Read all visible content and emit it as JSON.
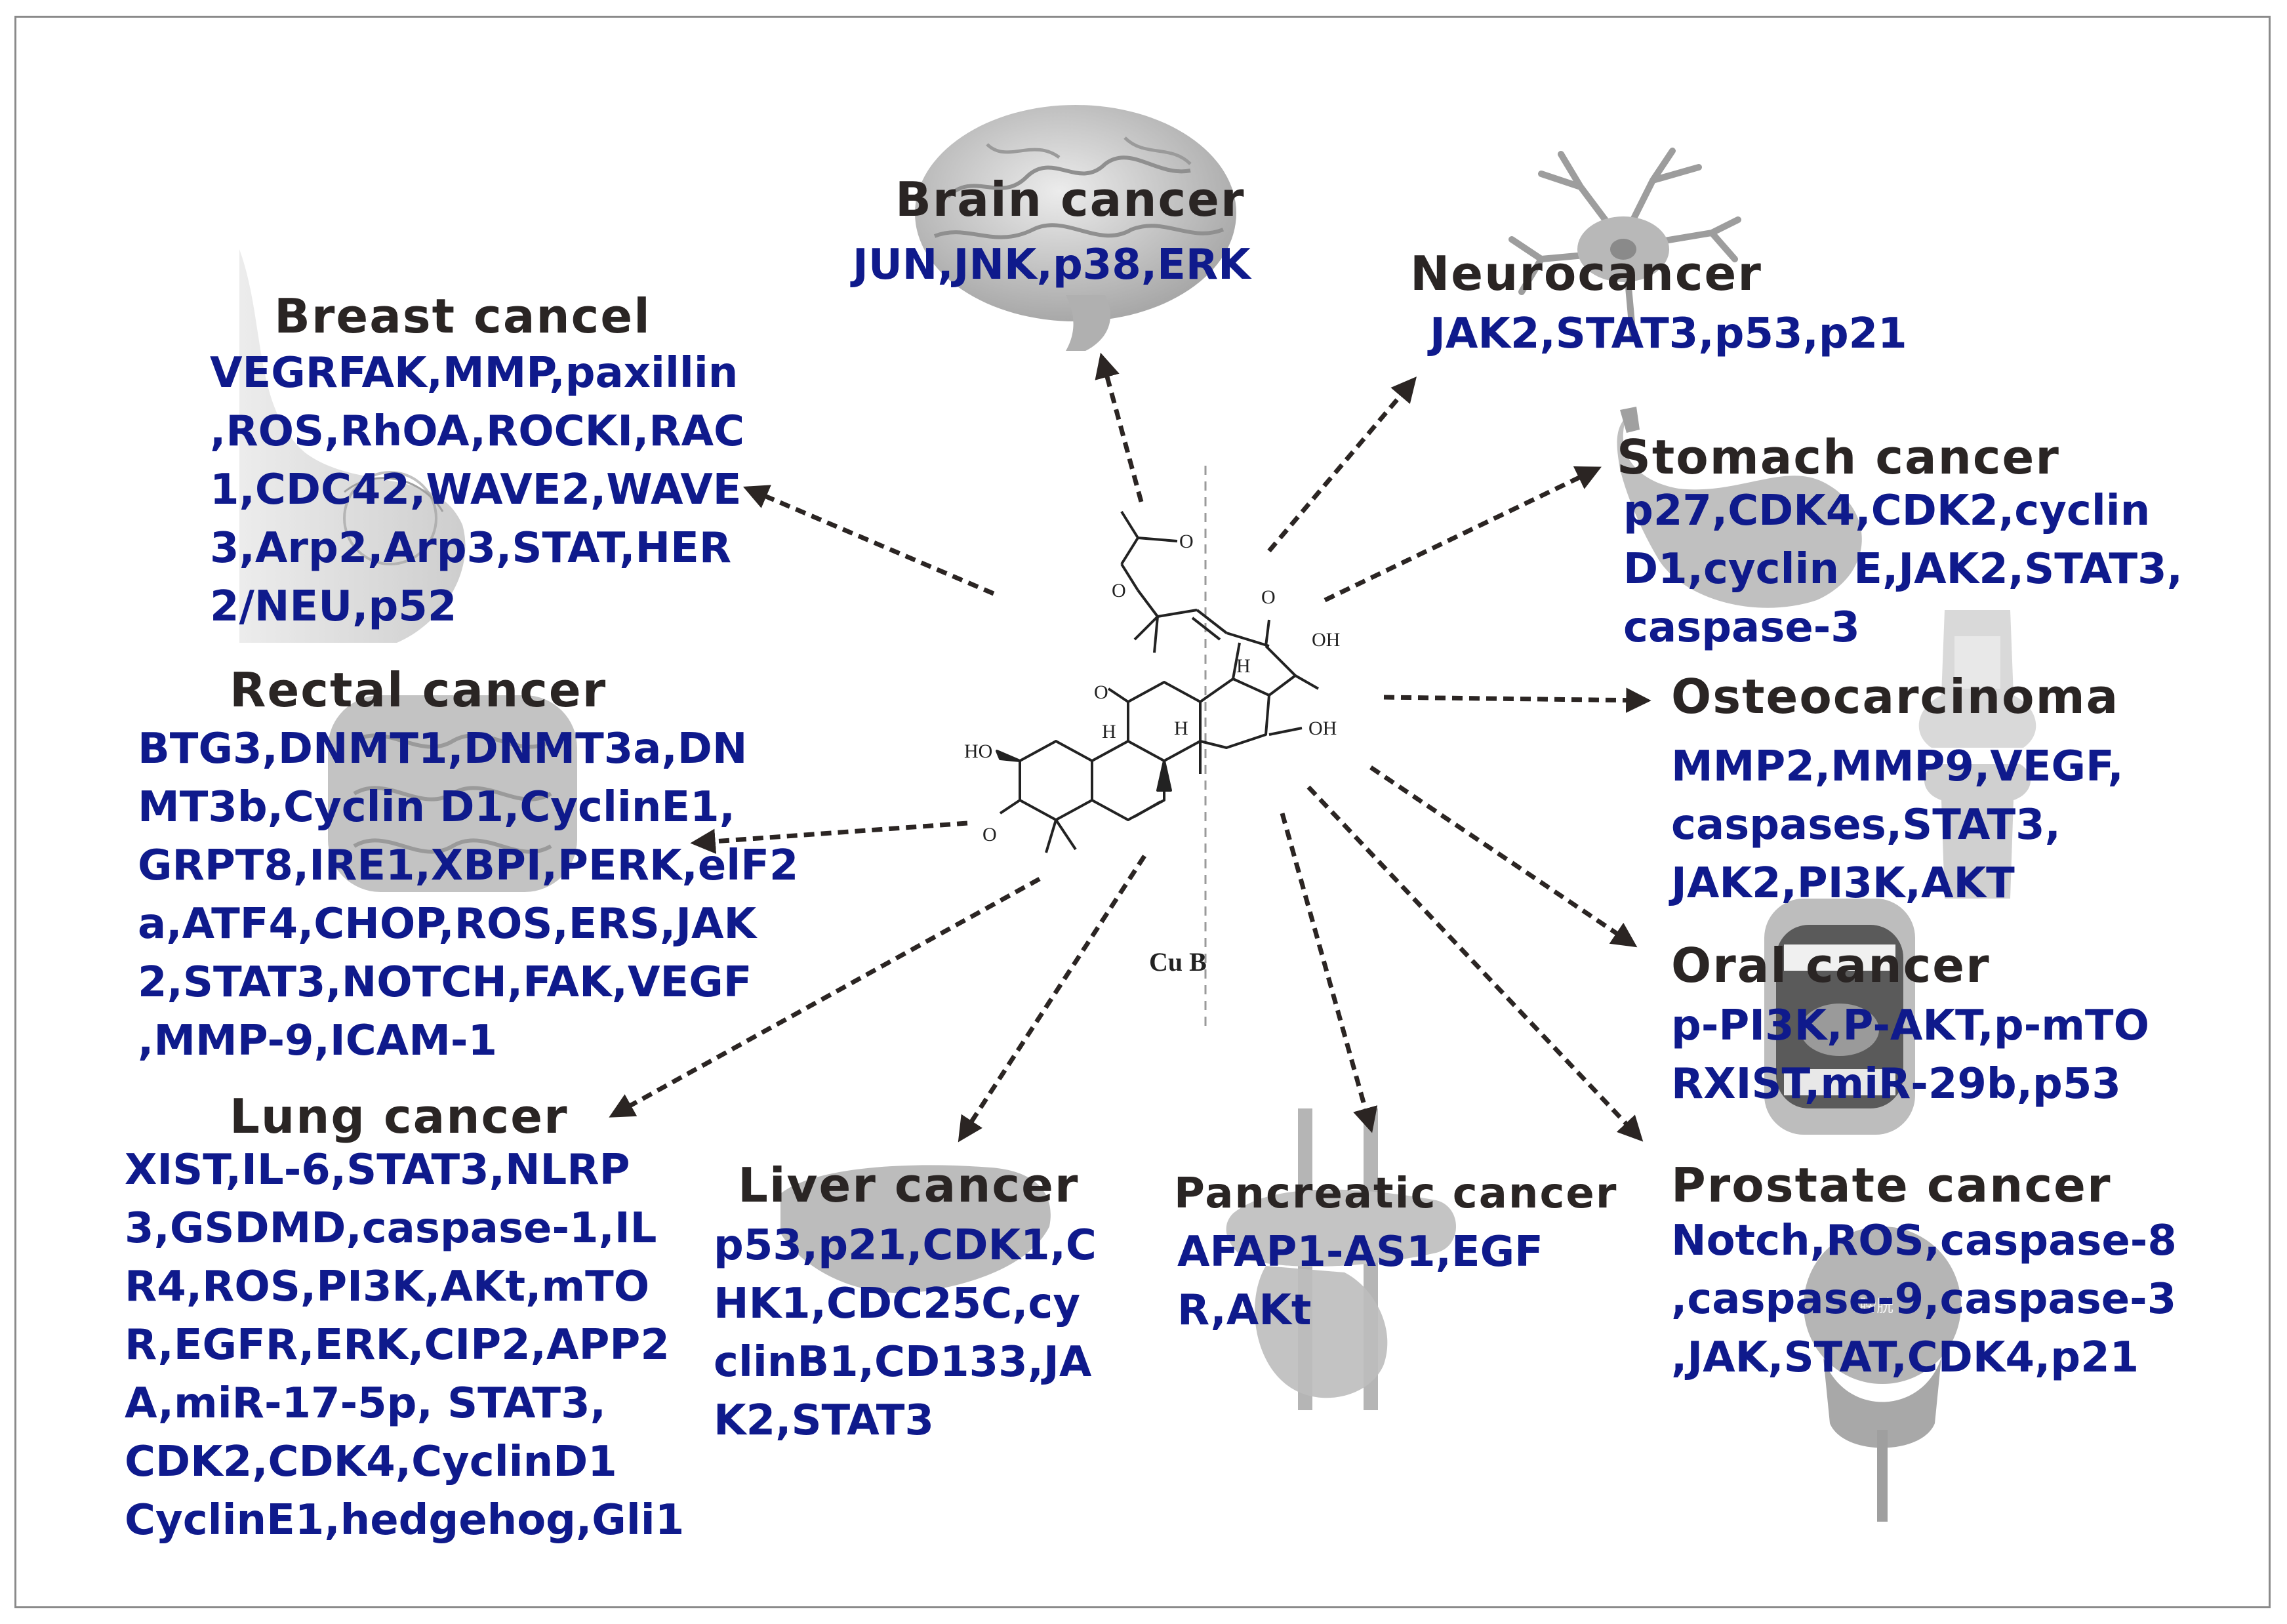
{
  "compound_label": "Cu B",
  "molecule_labels": {
    "ho": "HO",
    "oh_top": "OH",
    "oh_ring": "OH",
    "o_ketone_chain": "O",
    "o_ketone_ring": "O",
    "o_enone": "O",
    "o_acetate_top": "O",
    "o_acetate": "O",
    "h1": "H",
    "h2": "H",
    "h3": "H"
  },
  "cancers": [
    {
      "key": "brain",
      "title": "Brain cancer",
      "lines": [
        "JUN,JNK,p38,ERK"
      ],
      "icon": "brain-icon"
    },
    {
      "key": "neuro",
      "title": "Neurocancer",
      "lines": [
        "JAK2,STAT3,p53,p21"
      ],
      "icon": "neuron-icon"
    },
    {
      "key": "breast",
      "title": "Breast cancel",
      "lines": [
        "VEGRFAK,MMP,paxillin",
        ",ROS,RhOA,ROCKI,RAC",
        "1,CDC42,WAVE2,WAVE",
        "3,Arp2,Arp3,STAT,HER",
        "2/NEU,p52"
      ],
      "icon": "breast-icon"
    },
    {
      "key": "stomach",
      "title": "Stomach cancer",
      "lines": [
        "p27,CDK4,CDK2,cyclin",
        "D1,cyclin E,JAK2,STAT3,",
        "caspase-3"
      ],
      "icon": "stomach-icon"
    },
    {
      "key": "rectal",
      "title": "Rectal cancer",
      "lines": [
        "BTG3,DNMT1,DNMT3a,DN",
        "MT3b,Cyclin D1,CyclinE1,",
        "GRPT8,IRE1,XBPI,PERK,elF2",
        "a,ATF4,CHOP,ROS,ERS,JAK",
        "2,STAT3,NOTCH,FAK,VEGF",
        ",MMP-9,ICAM-1"
      ],
      "icon": "intestine-icon"
    },
    {
      "key": "osteo",
      "title": "Osteocarcinoma",
      "lines": [
        "MMP2,MMP9,VEGF,",
        "caspases,STAT3,",
        "JAK2,PI3K,AKT"
      ],
      "icon": "knee-bone-icon"
    },
    {
      "key": "oral",
      "title": "Oral cancer",
      "lines": [
        "p-PI3K,P-AKT,p-mTO",
        "RXIST,miR-29b,p53"
      ],
      "icon": "mouth-icon"
    },
    {
      "key": "lung",
      "title": "Lung cancer",
      "lines": [
        "XIST,IL-6,STAT3,NLRP",
        "3,GSDMD,caspase-1,IL",
        "R4,ROS,PI3K,AKt,mTO",
        "R,EGFR,ERK,CIP2,APP2",
        "A,miR-17-5p,  STAT3,",
        "CDK2,CDK4,CyclinD1",
        "CyclinE1,hedgehog,Gli1"
      ],
      "icon": "lung-icon"
    },
    {
      "key": "liver",
      "title": "Liver cancer",
      "lines": [
        "p53,p21,CDK1,C",
        "HK1,CDC25C,cy",
        "clinB1,CD133,JA",
        "K2,STAT3"
      ],
      "icon": "liver-icon"
    },
    {
      "key": "pancreatic",
      "title": "Pancreatic cancer",
      "lines": [
        "AFAP1-AS1,EGF",
        "R,AKt"
      ],
      "icon": "pancreas-icon"
    },
    {
      "key": "prostate",
      "title": "Prostate cancer",
      "lines": [
        "Notch,ROS,caspase-8",
        ",caspase-9,caspase-3",
        ",JAK,STAT,CDK4,p21"
      ],
      "icon": "bladder-prostate-icon"
    }
  ],
  "bladder_label": "膀胱",
  "colors": {
    "title": "#2a2524",
    "targets": "#0f1a8c",
    "arrow": "#2b2523",
    "organ": "#9a9a9a"
  }
}
